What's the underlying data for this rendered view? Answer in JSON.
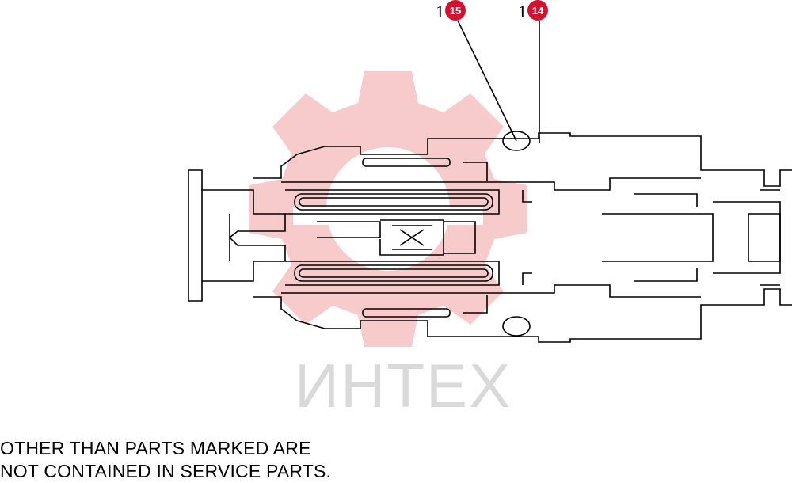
{
  "watermark": {
    "text": "ИНТЕХ",
    "color": "#f4b3b3"
  },
  "callouts": [
    {
      "prefix": "1",
      "badge": "15",
      "color": "#d51130"
    },
    {
      "prefix": "1",
      "badge": "14",
      "color": "#d51130"
    }
  ],
  "footer": {
    "line1": "OTHER THAN PARTS MARKED ARE",
    "line2": "NOT CONTAINED IN SERVICE PARTS."
  }
}
